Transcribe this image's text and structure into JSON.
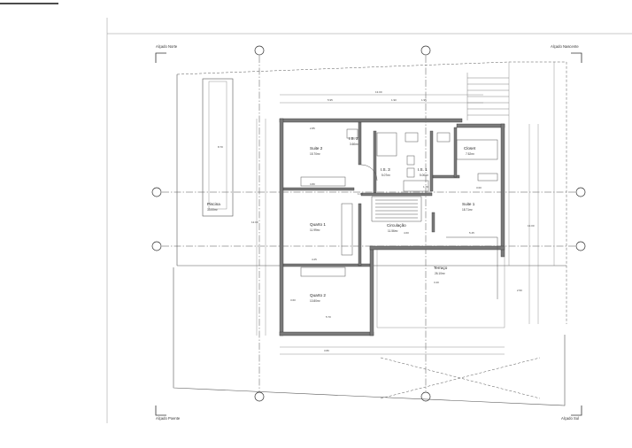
{
  "elevations": {
    "north": "Alçado Norte",
    "east": "Alçado Nascente",
    "west": "Alçado Poente",
    "south": "Alçado Sul"
  },
  "rooms": [
    {
      "id": "suite2",
      "name": "Suite 2",
      "area": "15.70m²"
    },
    {
      "id": "is2",
      "name": "I.S. 2",
      "area": "3.60m²"
    },
    {
      "id": "is3",
      "name": "I.S. 3",
      "area": "5.07m²"
    },
    {
      "id": "is1",
      "name": "I.S. 1",
      "area": "5.00m²"
    },
    {
      "id": "suite1",
      "name": "Suite 1",
      "area": "18.71m²"
    },
    {
      "id": "closet",
      "name": "Closet",
      "area": "7.52m²"
    },
    {
      "id": "circ",
      "name": "Circulação",
      "area": "11.56m²"
    },
    {
      "id": "quarto1",
      "name": "Quarto 1",
      "area": "11.99m²"
    },
    {
      "id": "quarto2",
      "name": "Quarto 2",
      "area": "10.80m²"
    },
    {
      "id": "terraco",
      "name": "Terraço",
      "area": "26.10m²"
    },
    {
      "id": "piscina",
      "name": "Piscina",
      "area": "33.00m²"
    }
  ],
  "dimensions": {
    "total_width": "13.00",
    "d1": "5.95",
    "d2": "1.90",
    "d3": "1.95",
    "d4": "3.80",
    "d5": "4.25",
    "d6": "3.00",
    "d7": "5.45",
    "d8": "4.60",
    "d9": "5.70",
    "d10": "3.80",
    "d11": "3.40",
    "d12": "12.00",
    "d13": "13.00",
    "d14": "8.70",
    "d15": "1.00",
    "d16": "2.85",
    "d17": "3.60",
    "d18": "1.70",
    "d19": "2.50"
  }
}
